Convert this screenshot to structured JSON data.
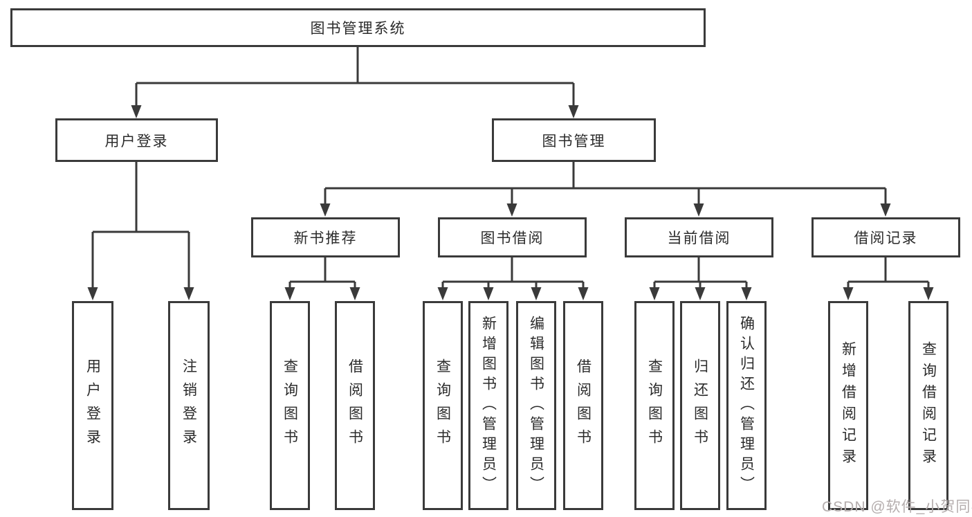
{
  "tree": {
    "label": "图书管理系统",
    "children": [
      {
        "label": "用户登录",
        "children": [
          {
            "label": "用户登录"
          },
          {
            "label": "注销登录"
          }
        ]
      },
      {
        "label": "图书管理",
        "children": [
          {
            "label": "新书推荐",
            "children": [
              {
                "label": "查询图书"
              },
              {
                "label": "借阅图书"
              }
            ]
          },
          {
            "label": "图书借阅",
            "children": [
              {
                "label": "查询图书"
              },
              {
                "label": "新增图书（管理员）"
              },
              {
                "label": "编辑图书（管理员）"
              },
              {
                "label": "借阅图书"
              }
            ]
          },
          {
            "label": "当前借阅",
            "children": [
              {
                "label": "查询图书"
              },
              {
                "label": "归还图书"
              },
              {
                "label": "确认归还（管理员）"
              }
            ]
          },
          {
            "label": "借阅记录",
            "children": [
              {
                "label": "新增借阅记录"
              },
              {
                "label": "查询借阅记录"
              }
            ]
          }
        ]
      }
    ]
  },
  "watermark": {
    "text": "CSDN @软件_小贺同学"
  },
  "colors": {
    "line": "#3a3a3a",
    "text": "#2b2b2b",
    "watermark": "#b5aeae",
    "background": "#ffffff"
  }
}
